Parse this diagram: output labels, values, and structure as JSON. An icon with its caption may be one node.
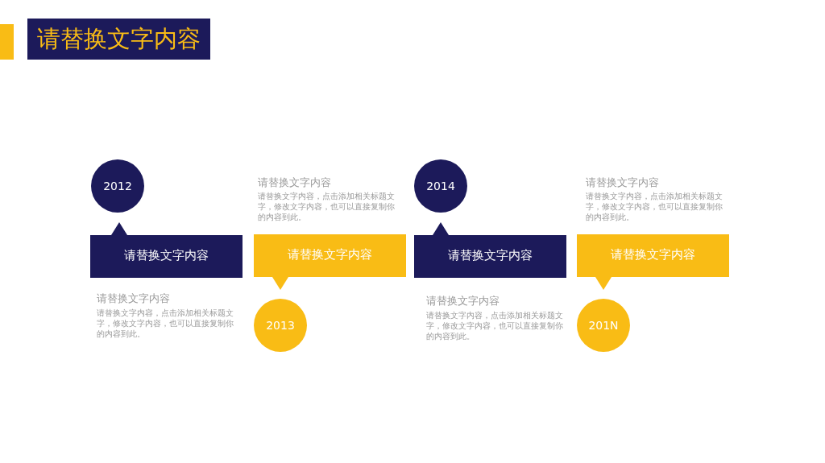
{
  "diagram": {
    "title": "请替换文字内容",
    "nodes": [
      {
        "text": [
          "2012"
        ]
      },
      {
        "text": [
          "请替换文字内容"
        ]
      },
      {
        "text": [
          "请替换文字内容"
        ]
      },
      {
        "text": [
          "2013"
        ]
      },
      {
        "text": [
          "2014"
        ]
      },
      {
        "text": [
          "请替换文字内容"
        ]
      },
      {
        "text": [
          "请替换文字内容"
        ]
      },
      {
        "text": [
          "201N"
        ]
      }
    ],
    "labels": [
      "请替换文字内容",
      "请替换文字内容，点击添加相关标题文字，修改文字内容，也可以直接复制你的内容到此。",
      "请替换文字内容",
      "请替换文字内容，点击添加相关标题文字，修改文字内容，也可以直接复制你的内容到此。",
      "请替换文字内容",
      "请替换文字内容，点击添加相关标题文字，修改文字内容，也可以直接复制你的内容到此。",
      "请替换文字内容",
      "请替换文字内容，点击添加相关标题文字，修改文字内容，也可以直接复制你的内容到此。"
    ]
  }
}
